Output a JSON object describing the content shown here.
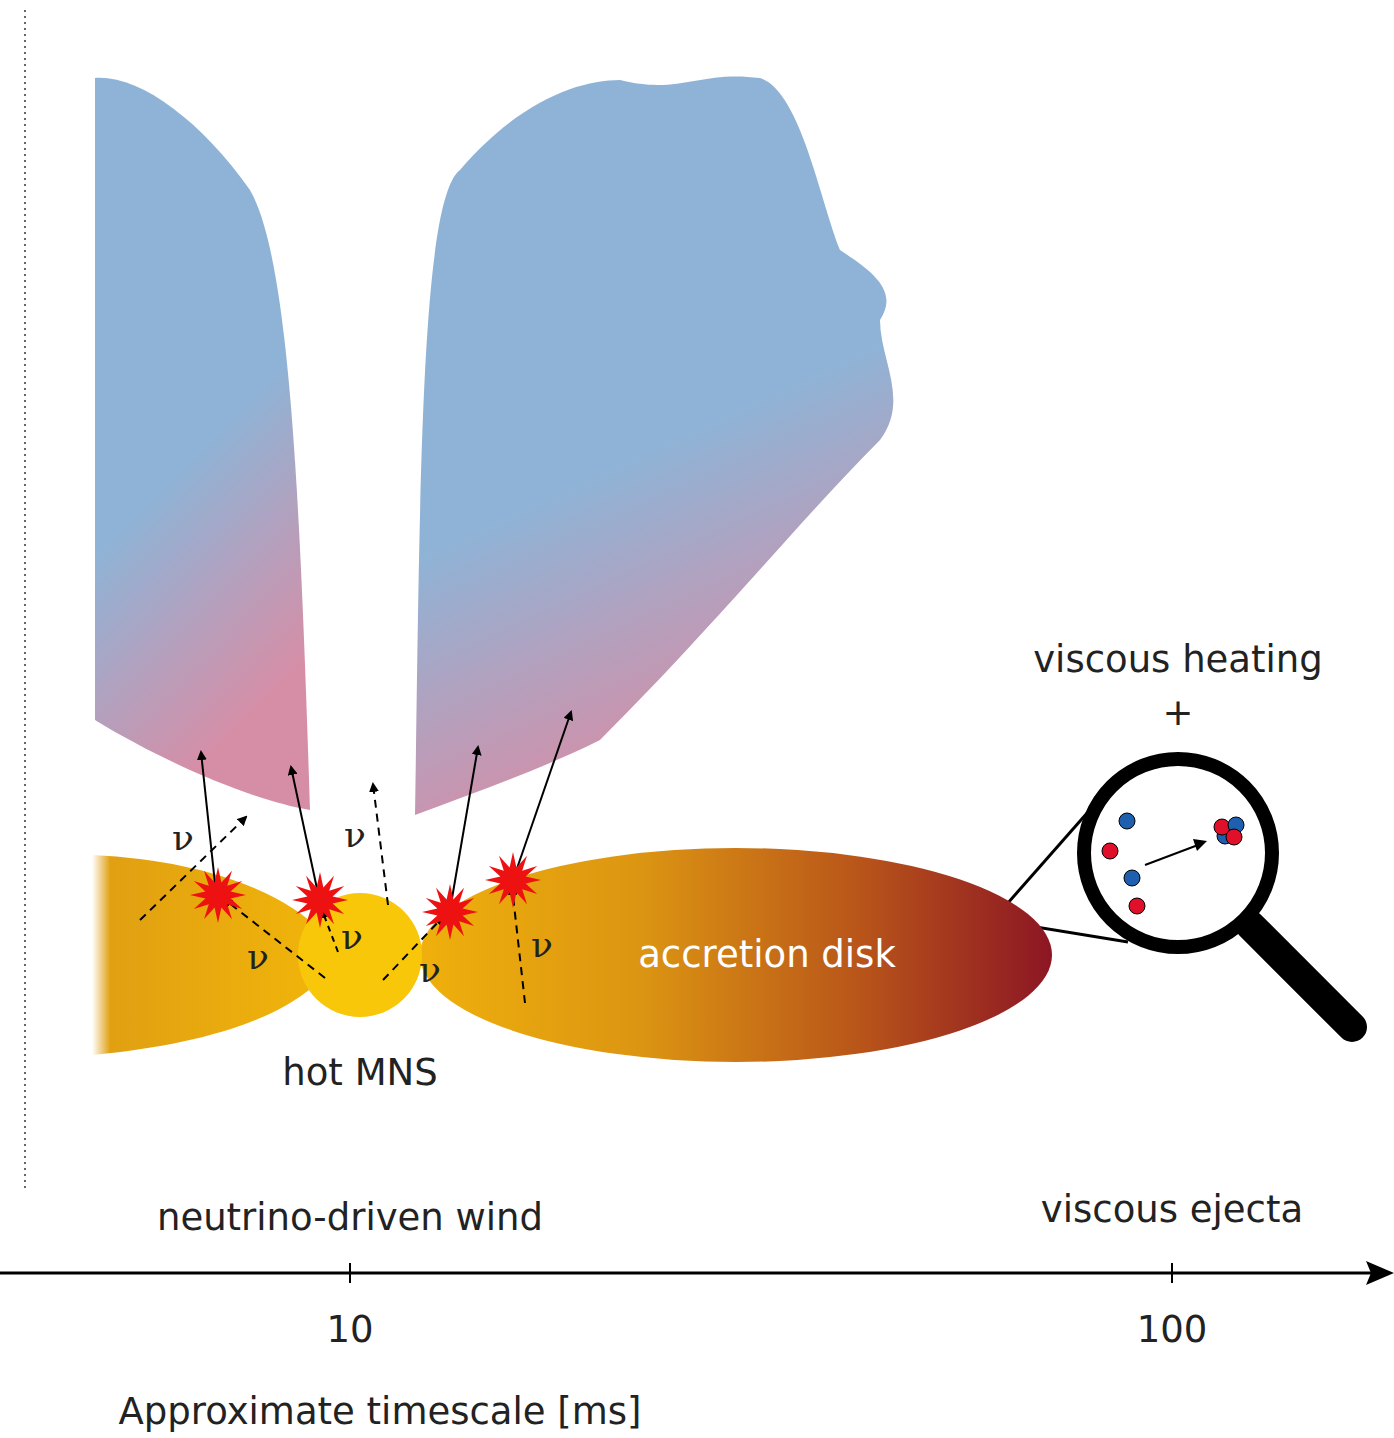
{
  "diagram": {
    "nodes": [
      {
        "text": [
          "hot MNS"
        ]
      },
      {
        "text": [
          "accretion disk"
        ]
      }
    ],
    "labels": [
      "ν",
      "ν",
      "ν",
      "ν",
      "ν",
      "ν",
      "viscous heating",
      "+",
      "neutrino-driven wind",
      "viscous ejecta",
      "10",
      "100",
      "Approximate timescale [ms]"
    ]
  }
}
